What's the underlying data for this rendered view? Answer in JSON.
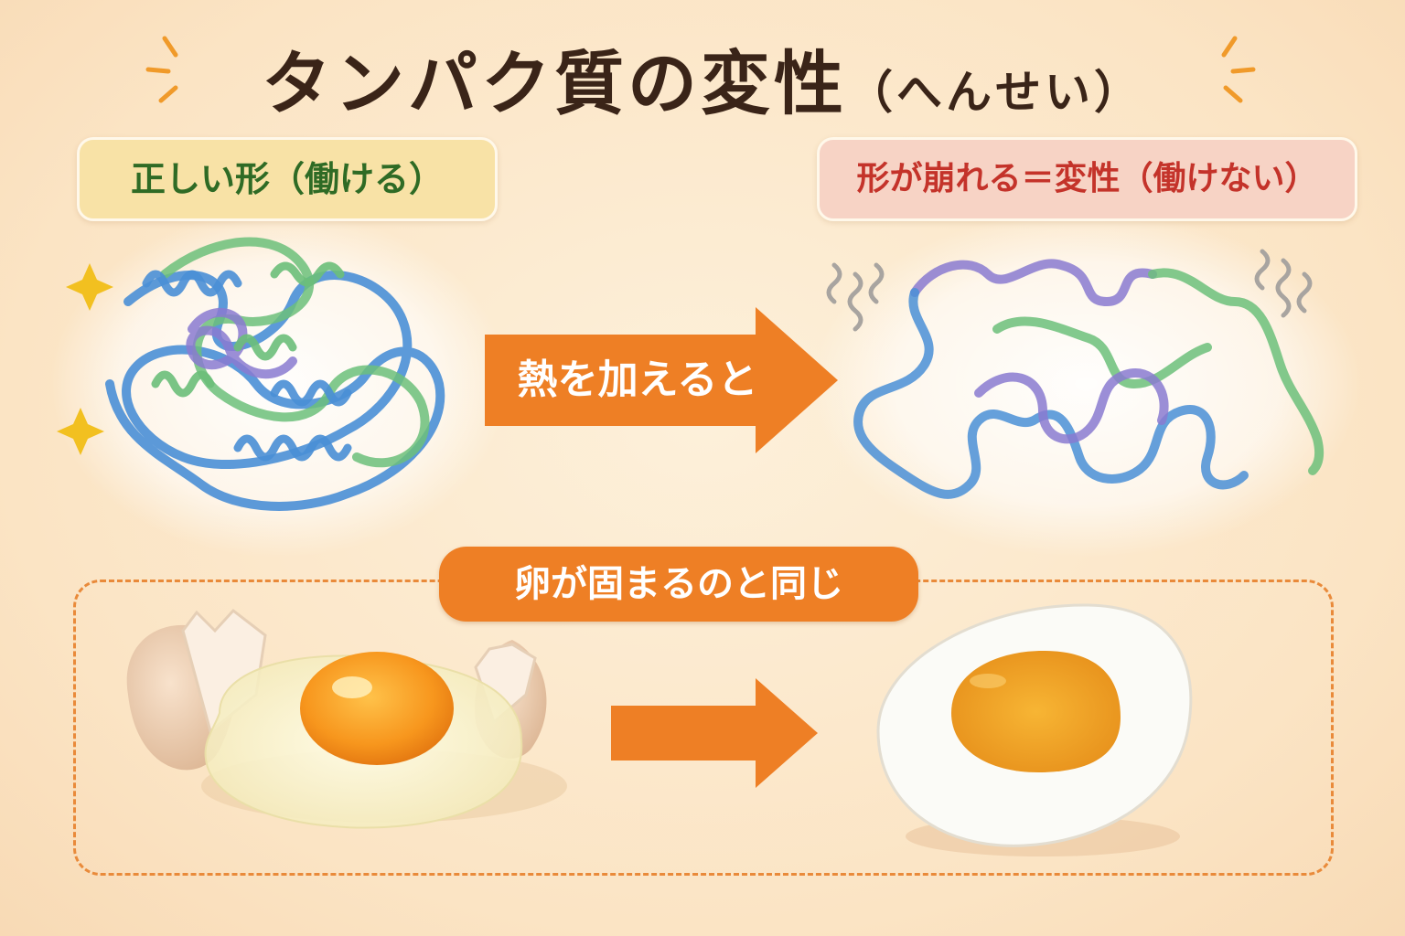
{
  "title": {
    "main": "タンパク質の変性",
    "reading": "（へんせい）"
  },
  "labels": {
    "folded": "正しい形（働ける）",
    "denatured": "形が崩れる＝変性（働けない）"
  },
  "arrow_text": "熱を加えると",
  "egg_caption": "卵が固まるのと同じ",
  "colors": {
    "accent_orange": "#ee7f25",
    "folded_label_bg": "#f8e2a6",
    "folded_label_text": "#2f6b25",
    "denatured_label_bg": "#f7d3c5",
    "denatured_label_text": "#c4332a",
    "title_text": "#3a2418",
    "protein_blue": "#4a8fd6",
    "protein_green": "#6cbf7a",
    "protein_purple": "#8a7ad0"
  }
}
